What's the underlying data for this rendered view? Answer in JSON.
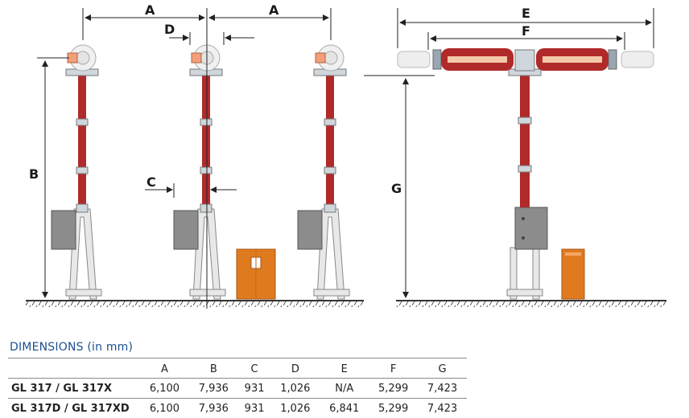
{
  "drawing": {
    "dimension_labels": {
      "a_left": "A",
      "a_right": "A",
      "b": "B",
      "c": "C",
      "d": "D",
      "e": "E",
      "f": "F",
      "g": "G"
    },
    "colors": {
      "insulator": "#b02a2a",
      "cabinet_grey": "#8c8c8c",
      "orange_box": "#e07a1f",
      "dimension_line": "#222222"
    }
  },
  "dimensions": {
    "title": "DIMENSIONS (in mm)",
    "columns": [
      "",
      "A",
      "B",
      "C",
      "D",
      "E",
      "F",
      "G"
    ],
    "rows": [
      {
        "model": "GL 317 / GL 317X",
        "values": [
          "6,100",
          "7,936",
          "931",
          "1,026",
          "N/A",
          "5,299",
          "7,423"
        ]
      },
      {
        "model": "GL 317D / GL 317XD",
        "values": [
          "6,100",
          "7,936",
          "931",
          "1,026",
          "6,841",
          "5,299",
          "7,423"
        ]
      }
    ]
  }
}
